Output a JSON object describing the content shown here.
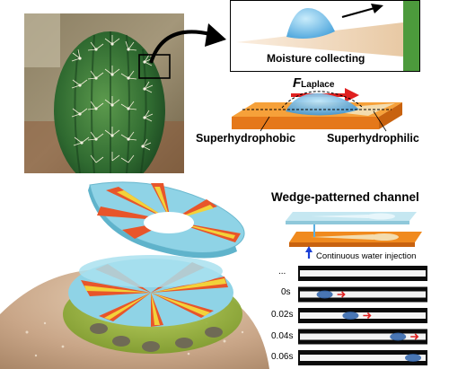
{
  "labels": {
    "moisture": "Moisture collecting",
    "f_symbol": "F",
    "f_subscript": "Laplace",
    "superhydrophobic": "Superhydrophobic",
    "superhydrophilic": "Superhydrophilic",
    "channel_title": "Wedge-patterned channel",
    "injection": "Continuous water injection"
  },
  "timeline": {
    "rows": [
      {
        "label": "...",
        "drop": 0.0
      },
      {
        "label": "0s",
        "drop": 0.18
      },
      {
        "label": "0.02s",
        "drop": 0.42
      },
      {
        "label": "0.04s",
        "drop": 0.86
      },
      {
        "label": "0.06s",
        "drop": 1.0
      }
    ]
  },
  "colors": {
    "water": "#5aaee0",
    "superhydrophobic": "#f08a1e",
    "superhydrophilic": "#f3dcae",
    "arrow_red": "#e02020",
    "cactus_green": "#3e7a3a",
    "disk_cyan": "#8fd3e6",
    "wedge_red": "#e8552a",
    "wedge_yellow": "#f2d23a",
    "arrow_blue": "#1a3fd6"
  }
}
